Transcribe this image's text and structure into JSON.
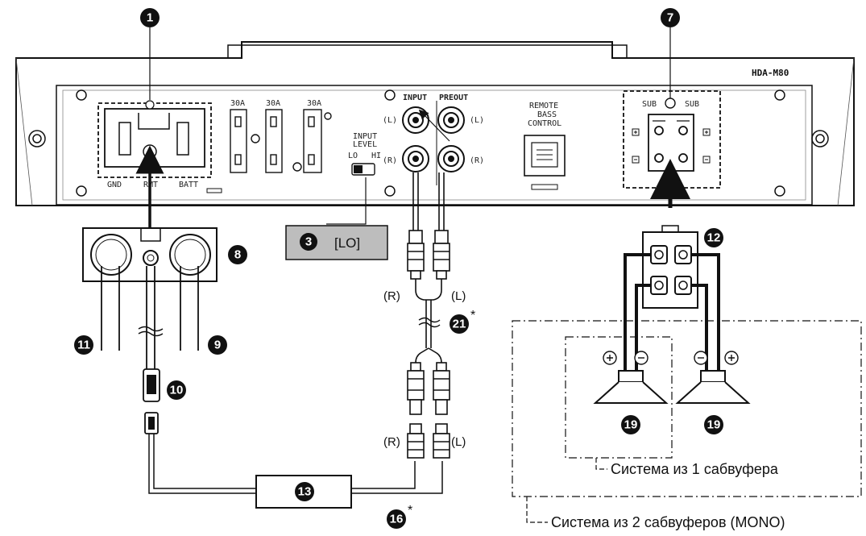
{
  "model": "HDA-M80",
  "fuses": [
    "30A",
    "30A",
    "30A"
  ],
  "terminals": {
    "gnd": "GND",
    "rmt": "RMT",
    "batt": "BATT"
  },
  "input_level": {
    "title_1": "INPUT",
    "title_2": "LEVEL",
    "lo": "LO",
    "hi": "HI"
  },
  "rca": {
    "input": "INPUT",
    "preout": "PREOUT",
    "l": "(L)",
    "r": "(R)"
  },
  "remote": {
    "line1": "REMOTE",
    "line2": "BASS",
    "line3": "CONTROL"
  },
  "sub_labels": {
    "left": "SUB",
    "right": "SUB"
  },
  "callouts": {
    "c1": "1",
    "c3": "3",
    "c7": "7",
    "c8": "8",
    "c9": "9",
    "c10": "10",
    "c11": "11",
    "c12": "12",
    "c13": "13",
    "c16": "16",
    "c19a": "19",
    "c19b": "19",
    "c21": "21"
  },
  "setting_box": "[LO]",
  "cable_labels": {
    "r_top": "(R)",
    "l_top": "(L)",
    "r_bot": "(R)",
    "l_bot": "(L)"
  },
  "asterisk": "*",
  "systems": {
    "one_sub": "Система из 1 сабвуфера",
    "two_sub": "Система из 2 сабвуферов (MONO)"
  }
}
